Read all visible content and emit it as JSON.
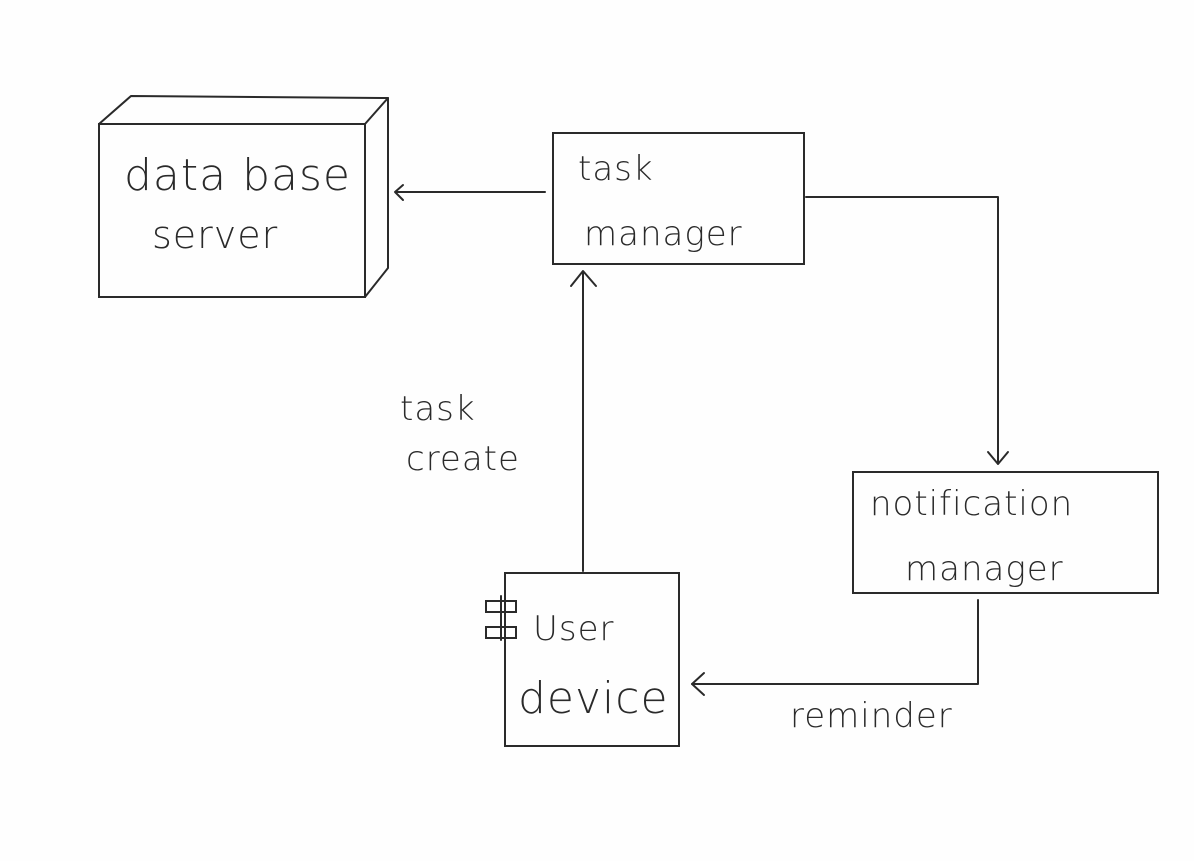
{
  "nodes": {
    "database_server": {
      "line1": "data base",
      "line2": "server"
    },
    "task_manager": {
      "line1": "task",
      "line2": "manager"
    },
    "notification_manager": {
      "line1": "notification",
      "line2": "manager"
    },
    "user_device": {
      "line1": "User",
      "line2": "device"
    }
  },
  "edges": {
    "task_create": {
      "line1": "task",
      "line2": "create"
    },
    "reminder": {
      "label": "reminder"
    }
  },
  "icons": {
    "component": "component-icon",
    "arrow": "open-arrowhead"
  },
  "colors": {
    "ink": "#2a2a2a",
    "paper": "#fefefe"
  }
}
